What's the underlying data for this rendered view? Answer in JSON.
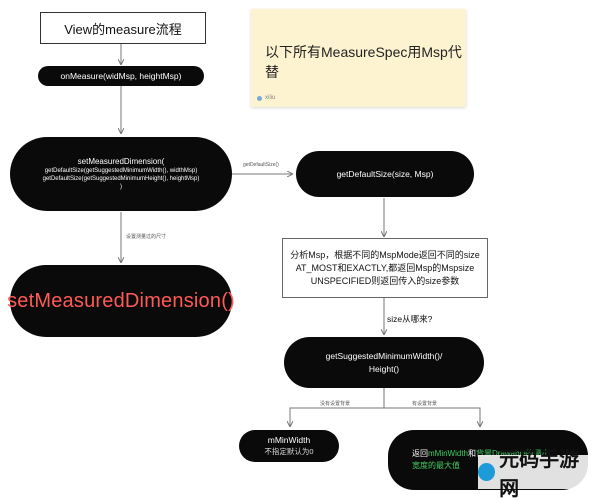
{
  "title_box": "View的measure流程",
  "sticky_note": {
    "text": "以下所有MeasureSpec用Msp代替",
    "author": "xiliu"
  },
  "nodes": {
    "on_measure": "onMeasure(widMsp, heightMsp)",
    "set_measured_title": "setMeasuredDimension(",
    "set_measured_line1": "getDefaultSize(getSuggestedMinimumWidth(), widthMsp)",
    "set_measured_line2": "getDefaultSize(getSuggestedMinimumHeight(), heightMsp)",
    "set_measured_line3": ")",
    "get_default_size": "getDefaultSize(size, Msp)",
    "big_set_measured": "setMeasuredDimension()",
    "analysis_line1": "分析Msp，根据不同的MspMode返回不同的size",
    "analysis_line2": "AT_MOST和EXACTLY,都返回Msp的Mspsize",
    "analysis_line3": "UNSPECIFIED则返回传入的size参数",
    "size_question": "size从哪来?",
    "get_suggested_line1": "getSuggestedMinimumWidth()/",
    "get_suggested_line2": "Height()",
    "mminwidth_line1": "mMinWidth",
    "mminwidth_line2": "不指定默认为0",
    "bottom_right_prefix": "返回",
    "bottom_right_green_1": "mMinWidth",
    "bottom_right_mid": "和",
    "bottom_right_green_2": "背景Drawable的最小",
    "bottom_right_line2": "宽度的最大值"
  },
  "edge_labels": {
    "get_default_size": "getDefaultSize()",
    "set_dimension_size": "设置测量过的尺寸",
    "no_background": "没有设置背景",
    "has_background": "有设置背景"
  },
  "watermark": {
    "text": "元码手游网"
  },
  "colors": {
    "pill": "#0a0a0a",
    "note": "#fdf3d1",
    "red": "#ff5a55",
    "green": "#3fcf62"
  }
}
